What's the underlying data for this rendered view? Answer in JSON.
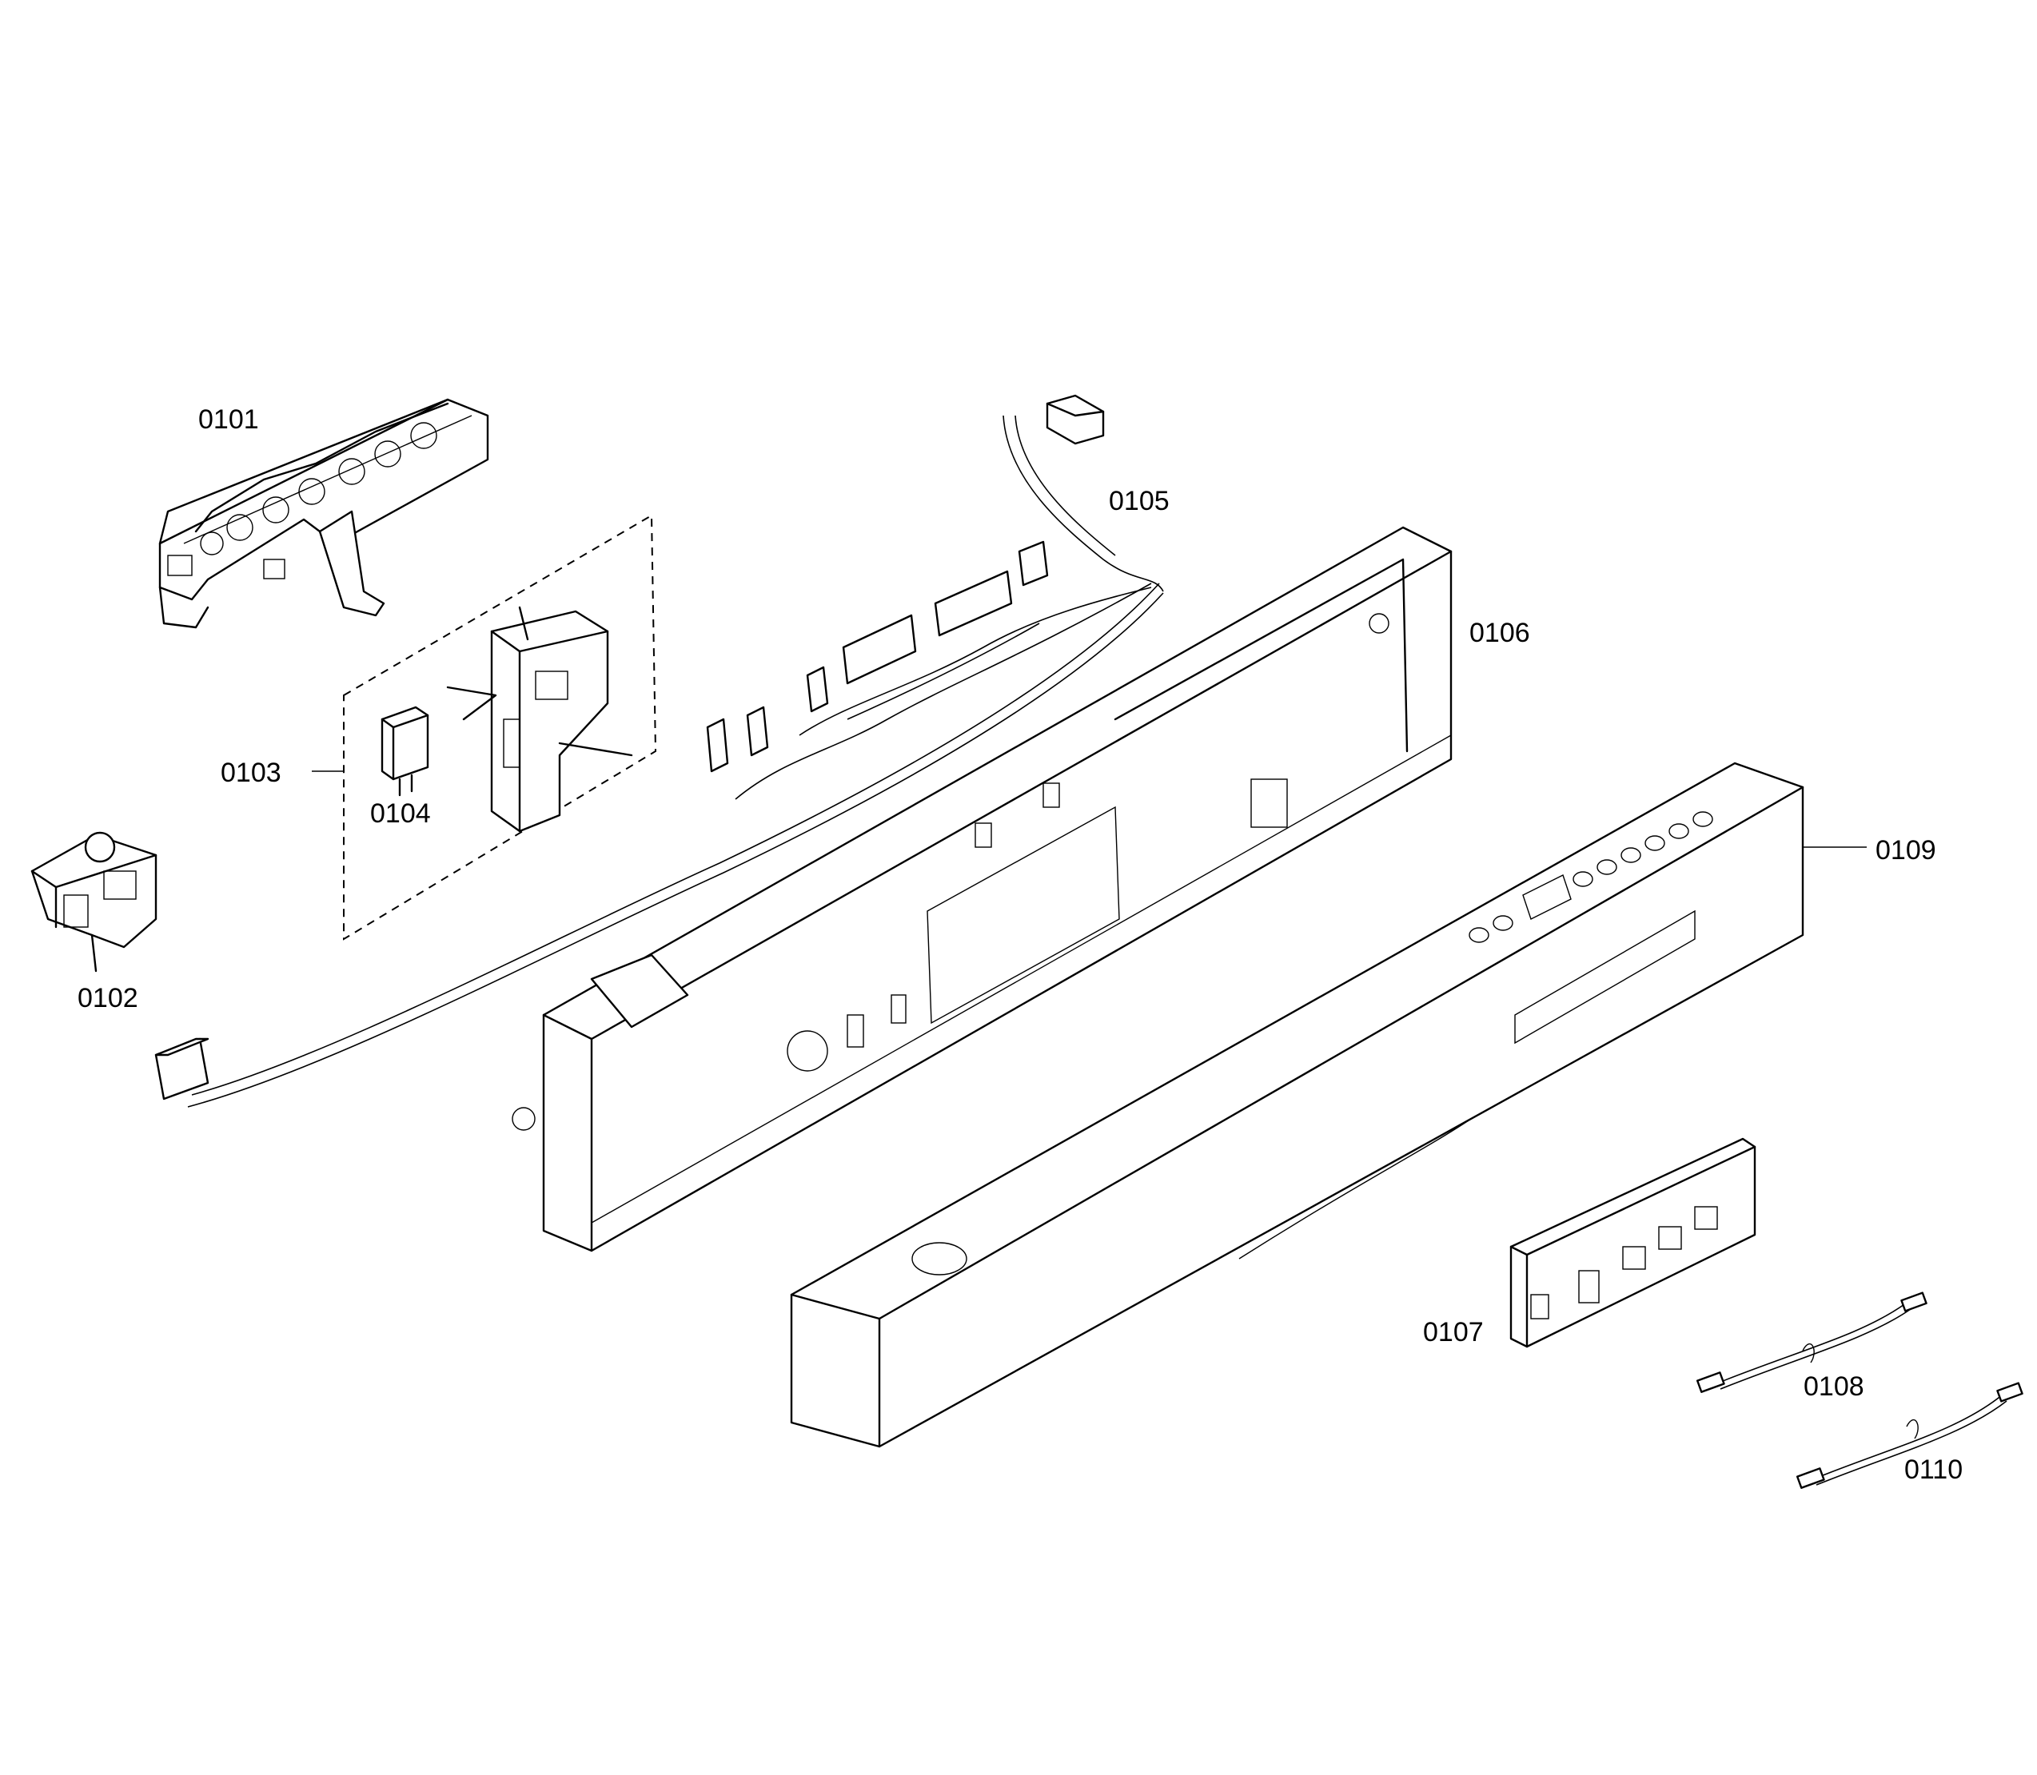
{
  "diagram": {
    "parts": [
      {
        "id": "0101",
        "label": "0101"
      },
      {
        "id": "0102",
        "label": "0102"
      },
      {
        "id": "0103",
        "label": "0103"
      },
      {
        "id": "0104",
        "label": "0104"
      },
      {
        "id": "0105",
        "label": "0105"
      },
      {
        "id": "0106",
        "label": "0106"
      },
      {
        "id": "0107",
        "label": "0107"
      },
      {
        "id": "0108",
        "label": "0108"
      },
      {
        "id": "0109",
        "label": "0109"
      },
      {
        "id": "0110",
        "label": "0110"
      }
    ]
  }
}
